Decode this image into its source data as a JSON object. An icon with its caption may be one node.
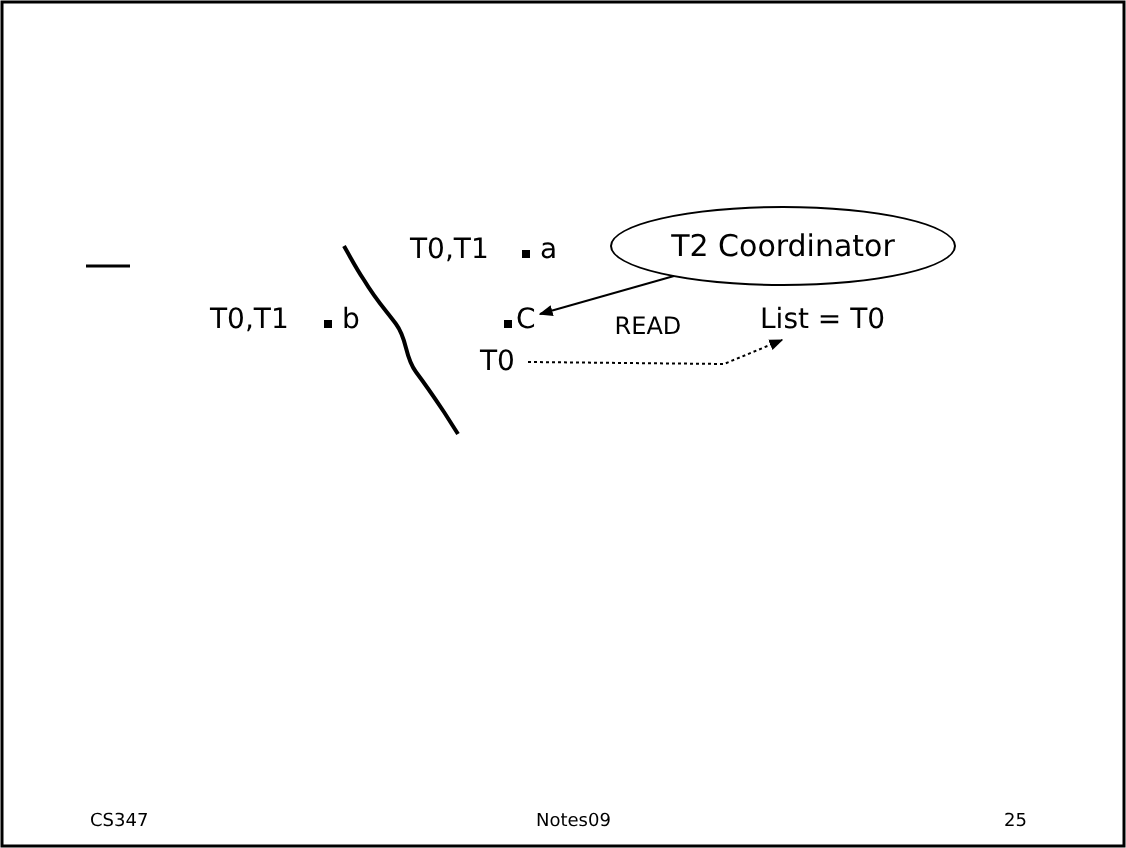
{
  "diagram": {
    "nodes": [
      {
        "text": [
          "T2 Coordinator"
        ]
      },
      {
        "text": [
          "C"
        ]
      },
      {
        "text": [
          "T0"
        ]
      },
      {
        "text": [
          "List = T0"
        ]
      }
    ],
    "edges": [
      {
        "from": 0,
        "to": 1,
        "arrow": "to",
        "label": "READ"
      },
      {
        "from": 2,
        "to": 3,
        "arrow": "to",
        "style": "dashed"
      }
    ],
    "labels": [
      "T0,T1",
      "a",
      "T0,T1",
      "b",
      "CS347",
      "Notes09",
      "25"
    ]
  }
}
